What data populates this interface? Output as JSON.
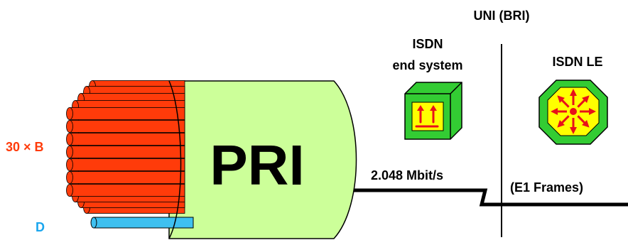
{
  "labels": {
    "uni": "UNI (BRI)",
    "end_system_line1": "ISDN",
    "end_system_line2": "end system",
    "le": "ISDN LE",
    "b_channels": "30 × B",
    "d_channel": "D",
    "pri": "PRI",
    "rate": "2.048 Mbit/s",
    "frames": "(E1 Frames)"
  },
  "colors": {
    "b_channel": "#ff3b0a",
    "b_channel_label": "#ff3b0a",
    "d_channel": "#3ec0f0",
    "d_channel_label": "#1aa6ee",
    "pri_sheath": "#ccff99",
    "device_green": "#33cc33",
    "device_yellow": "#ffff00",
    "device_red": "#e8101a",
    "line": "#000000"
  },
  "icons": {
    "end_system": "isdn-end-system-cube-icon",
    "le": "isdn-exchange-octagon-icon"
  }
}
